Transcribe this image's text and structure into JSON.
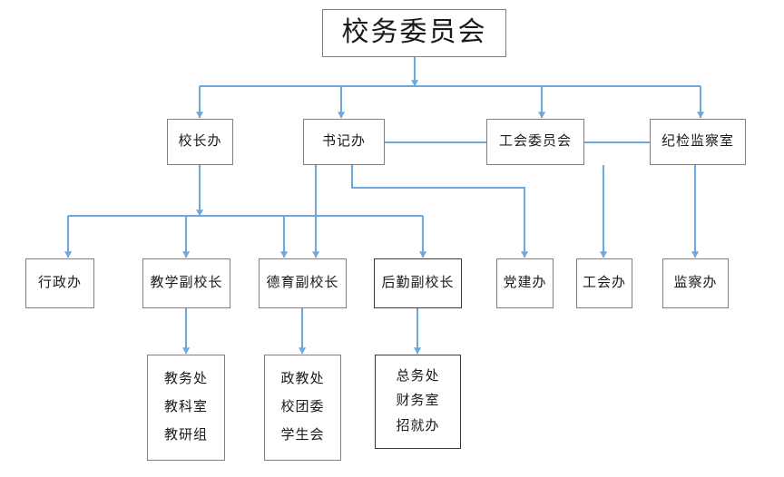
{
  "diagram": {
    "type": "organization-chart",
    "title_node": "校务委员会",
    "edge_color": "#6FA8DC",
    "box_border_color": "#808080",
    "text_color": "#1a1a1a",
    "background": "#ffffff"
  },
  "nodes": {
    "root": {
      "label": "校务委员会"
    },
    "tier2": [
      {
        "key": "principal-office",
        "label": "校长办"
      },
      {
        "key": "secretary-office",
        "label": "书记办"
      },
      {
        "key": "union-committee",
        "label": "工会委员会"
      },
      {
        "key": "discipline-inspection-room",
        "label": "纪检监察室"
      }
    ],
    "tier3": [
      {
        "key": "admin-office",
        "label": "行政办"
      },
      {
        "key": "vp-teaching",
        "label": "教学副校长"
      },
      {
        "key": "vp-moral-education",
        "label": "德育副校长"
      },
      {
        "key": "vp-logistics",
        "label": "后勤副校长"
      },
      {
        "key": "party-building-office",
        "label": "党建办"
      },
      {
        "key": "union-office",
        "label": "工会办"
      },
      {
        "key": "supervision-office",
        "label": "监察办"
      }
    ],
    "tier4": [
      {
        "key": "teaching-departments",
        "lines": [
          "教务处",
          "教科室",
          "教研组"
        ]
      },
      {
        "key": "moral-education-departments",
        "lines": [
          "政教处",
          "校团委",
          "学生会"
        ]
      },
      {
        "key": "logistics-departments",
        "lines": [
          "总务处",
          "财务室",
          "招就办"
        ]
      }
    ]
  },
  "edges": [
    {
      "from": "校务委员会",
      "to": "校长办"
    },
    {
      "from": "校务委员会",
      "to": "书记办"
    },
    {
      "from": "校务委员会",
      "to": "工会委员会"
    },
    {
      "from": "校务委员会",
      "to": "纪检监察室"
    },
    {
      "from": "校长办",
      "to": "行政办"
    },
    {
      "from": "校长办",
      "to": "教学副校长"
    },
    {
      "from": "校长办",
      "to": "德育副校长"
    },
    {
      "from": "校长办",
      "to": "后勤副校长"
    },
    {
      "from": "书记办",
      "to": "德育副校长"
    },
    {
      "from": "书记办",
      "to": "党建办"
    },
    {
      "from": "工会委员会",
      "to": "工会办"
    },
    {
      "from": "纪检监察室",
      "to": "监察办"
    },
    {
      "from": "教学副校长",
      "to": "教务处 教科室 教研组"
    },
    {
      "from": "德育副校长",
      "to": "政教处 校团委 学生会"
    },
    {
      "from": "后勤副校长",
      "to": "总务处 财务室 招就办"
    }
  ]
}
